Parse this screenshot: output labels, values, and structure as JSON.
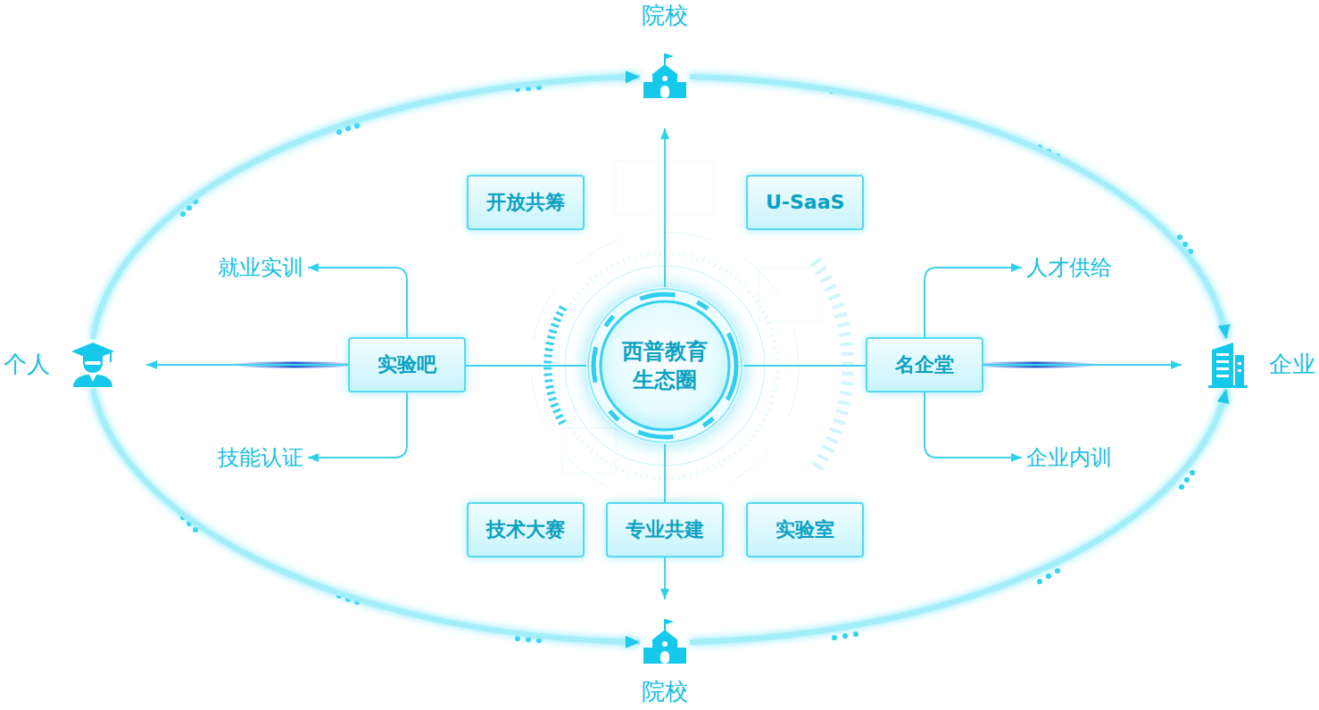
{
  "diagram": {
    "nodes": [
      {
        "text": [
          "院校"
        ]
      },
      {
        "text": [
          "开放共筹"
        ]
      },
      {
        "text": [
          "U-SaaS"
        ]
      },
      {
        "text": [
          "就业实训"
        ]
      },
      {
        "text": [
          "人才供给"
        ]
      },
      {
        "text": [
          "个人"
        ]
      },
      {
        "text": [
          "实验吧"
        ]
      },
      {
        "text": [
          "西普教育 生态圈"
        ]
      },
      {
        "text": [
          "名企堂"
        ]
      },
      {
        "text": [
          "企业"
        ]
      },
      {
        "text": [
          "技能认证"
        ]
      },
      {
        "text": [
          "企业内训"
        ]
      },
      {
        "text": [
          "技术大赛"
        ]
      },
      {
        "text": [
          "专业共建"
        ]
      },
      {
        "text": [
          "实验室"
        ]
      },
      {
        "text": [
          "院校"
        ]
      }
    ],
    "edges": [
      {
        "from": 7,
        "to": 0,
        "arrow": "to"
      },
      {
        "from": 7,
        "to": 6,
        "arrow": "none"
      },
      {
        "from": 6,
        "to": 5,
        "arrow": "to"
      },
      {
        "from": 6,
        "to": 3,
        "arrow": "to"
      },
      {
        "from": 6,
        "to": 10,
        "arrow": "to"
      },
      {
        "from": 7,
        "to": 8,
        "arrow": "none"
      },
      {
        "from": 8,
        "to": 9,
        "arrow": "to"
      },
      {
        "from": 8,
        "to": 4,
        "arrow": "to"
      },
      {
        "from": 8,
        "to": 11,
        "arrow": "to"
      },
      {
        "from": 7,
        "to": 13,
        "arrow": "none"
      },
      {
        "from": 13,
        "to": 15,
        "arrow": "to"
      },
      {
        "from": 5,
        "to": 0,
        "arrow": "to"
      },
      {
        "from": 0,
        "to": 9,
        "arrow": "to"
      },
      {
        "from": 5,
        "to": 15,
        "arrow": "to"
      },
      {
        "from": 15,
        "to": 9,
        "arrow": "to"
      }
    ]
  }
}
